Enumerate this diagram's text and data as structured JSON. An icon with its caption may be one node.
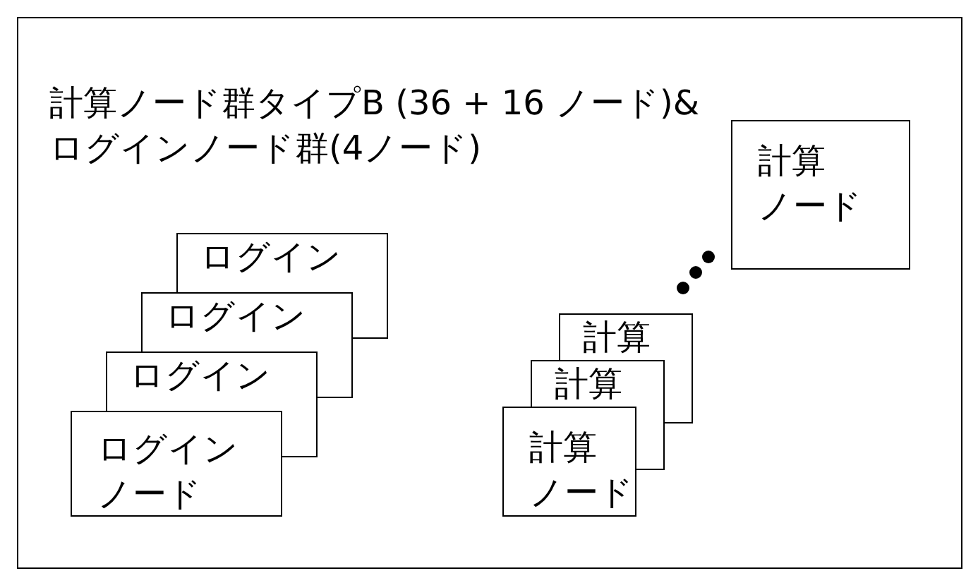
{
  "diagram": {
    "nodes": [
      {
        "text": [
          "計算ノード群タイプB (36 + 16 ノード)&ログインノード群(4ノード)"
        ]
      },
      {
        "text": [
          "計算ノード"
        ],
        "in": 0
      },
      {
        "text": [
          "ログイン"
        ],
        "in": 0
      },
      {
        "text": [
          "ログイン"
        ],
        "in": 0
      },
      {
        "text": [
          "ログイン"
        ],
        "in": 0
      },
      {
        "text": [
          "ログインノード"
        ],
        "in": 0
      },
      {
        "text": [
          "計算"
        ],
        "in": 0
      },
      {
        "text": [
          "計算"
        ],
        "in": 0
      },
      {
        "text": [
          "計算ノード"
        ],
        "in": 0
      }
    ]
  }
}
